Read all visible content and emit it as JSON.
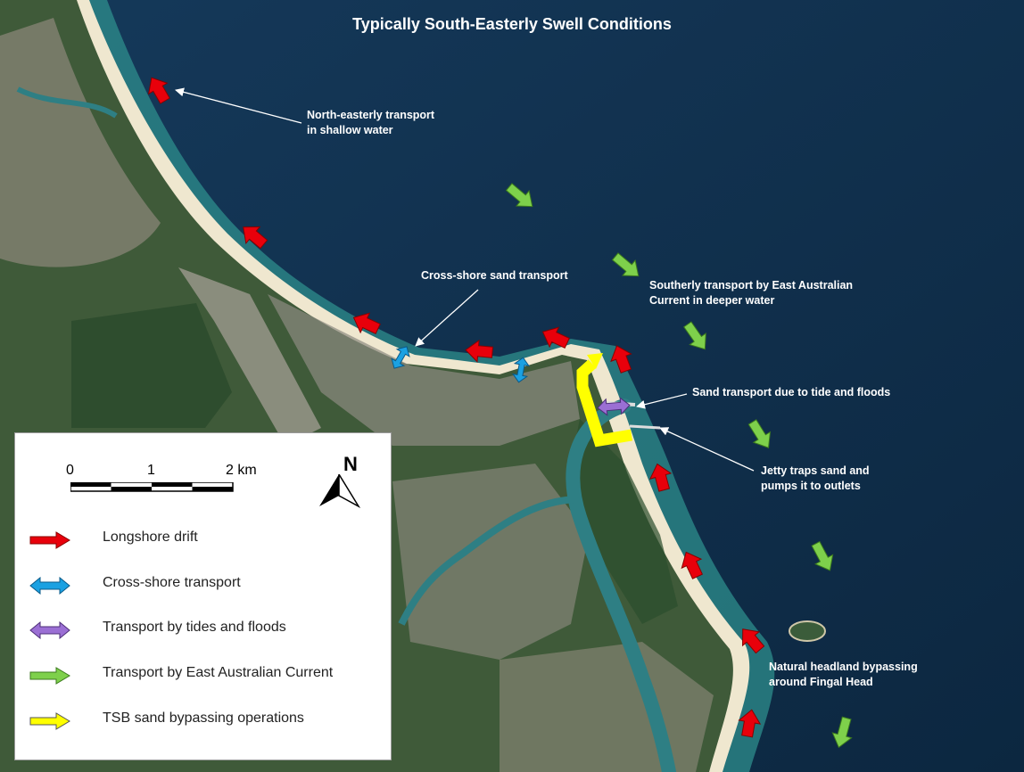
{
  "title": "Typically South-Easterly Swell Conditions",
  "annotations": {
    "north_easterly": [
      "North-easterly transport",
      "in shallow water"
    ],
    "cross_shore": [
      "Cross-shore sand transport"
    ],
    "southerly": [
      "Southerly transport by East Australian",
      "Current in deeper water"
    ],
    "tide_floods": [
      "Sand transport due to tide and floods"
    ],
    "jetty": [
      "Jetty traps sand and",
      "pumps it to outlets"
    ],
    "headland": [
      "Natural headland bypassing",
      "around Fingal Head"
    ]
  },
  "legend": {
    "scale": {
      "labels": [
        "0",
        "1",
        "2 km"
      ]
    },
    "north": "N",
    "items": [
      {
        "label": "Longshore drift",
        "color": "#e8000b"
      },
      {
        "label": "Cross-shore  transport",
        "color": "#1ba1e2"
      },
      {
        "label": "Transport by tides and floods",
        "color": "#9b6fd4"
      },
      {
        "label": "Transport by East Australian Current",
        "color": "#7ed04b"
      },
      {
        "label": "TSB sand bypassing operations",
        "color": "#ffff00"
      }
    ]
  },
  "colors": {
    "ocean_deep": "#0f2e4b",
    "ocean_shallow": "#2c8f8c",
    "beach": "#efe7cf",
    "land": "#3d5a3a"
  }
}
